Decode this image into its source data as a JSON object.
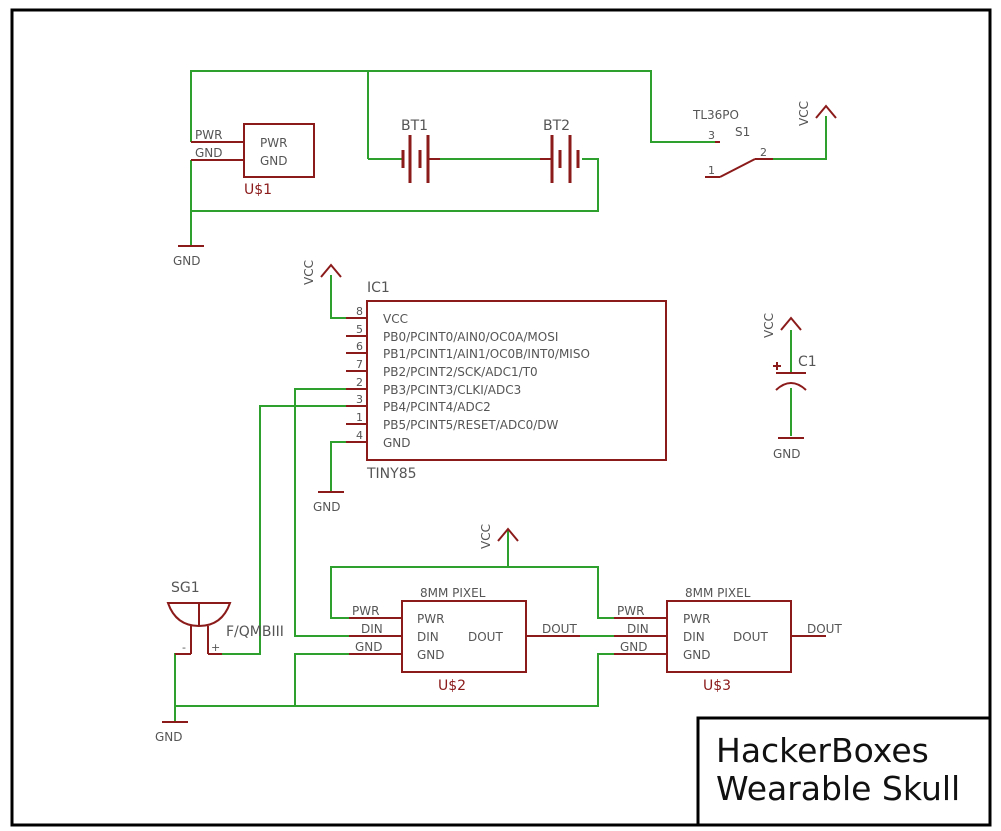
{
  "colors": {
    "wire": "#2ea02e",
    "part": "#8b1a1a",
    "text": "#555555",
    "frame": "#000000"
  },
  "title_block": {
    "line1": "HackerBoxes",
    "line2": "Wearable Skull"
  },
  "u1": {
    "name": "U$1",
    "pin_pwr": "PWR",
    "pin_gnd": "GND",
    "net_pwr": "PWR",
    "net_gnd": "GND"
  },
  "batteries": [
    {
      "name": "BT1"
    },
    {
      "name": "BT2"
    }
  ],
  "switch": {
    "value": "TL36PO",
    "name": "S1",
    "pins": [
      "3",
      "1",
      "2"
    ]
  },
  "supplies": {
    "vcc": "VCC",
    "gnd": "GND"
  },
  "ic1": {
    "name": "IC1",
    "value": "TINY85",
    "pins": [
      {
        "num": "8",
        "label": "VCC"
      },
      {
        "num": "5",
        "label": "PB0/PCINT0/AIN0/OC0A/MOSI"
      },
      {
        "num": "6",
        "label": "PB1/PCINT1/AIN1/OC0B/INT0/MISO"
      },
      {
        "num": "7",
        "label": "PB2/PCINT2/SCK/ADC1/T0"
      },
      {
        "num": "2",
        "label": "PB3/PCINT3/CLKI/ADC3"
      },
      {
        "num": "3",
        "label": "PB4/PCINT4/ADC2"
      },
      {
        "num": "1",
        "label": "PB5/PCINT5/RESET/ADC0/DW"
      },
      {
        "num": "4",
        "label": "GND"
      }
    ]
  },
  "c1": {
    "name": "C1"
  },
  "sg1": {
    "name": "SG1",
    "value": "F/QMBIII",
    "minus": "-",
    "plus": "+"
  },
  "pixels": [
    {
      "name": "U$2",
      "value": "8MM PIXEL",
      "pins": [
        "PWR",
        "DIN",
        "GND"
      ],
      "out": "DOUT",
      "net_pwr": "PWR",
      "net_din": "DIN",
      "net_gnd": "GND",
      "net_out": "DOUT"
    },
    {
      "name": "U$3",
      "value": "8MM PIXEL",
      "pins": [
        "PWR",
        "DIN",
        "GND"
      ],
      "out": "DOUT",
      "net_pwr": "PWR",
      "net_din": "DIN",
      "net_gnd": "GND",
      "net_out": "DOUT"
    }
  ]
}
